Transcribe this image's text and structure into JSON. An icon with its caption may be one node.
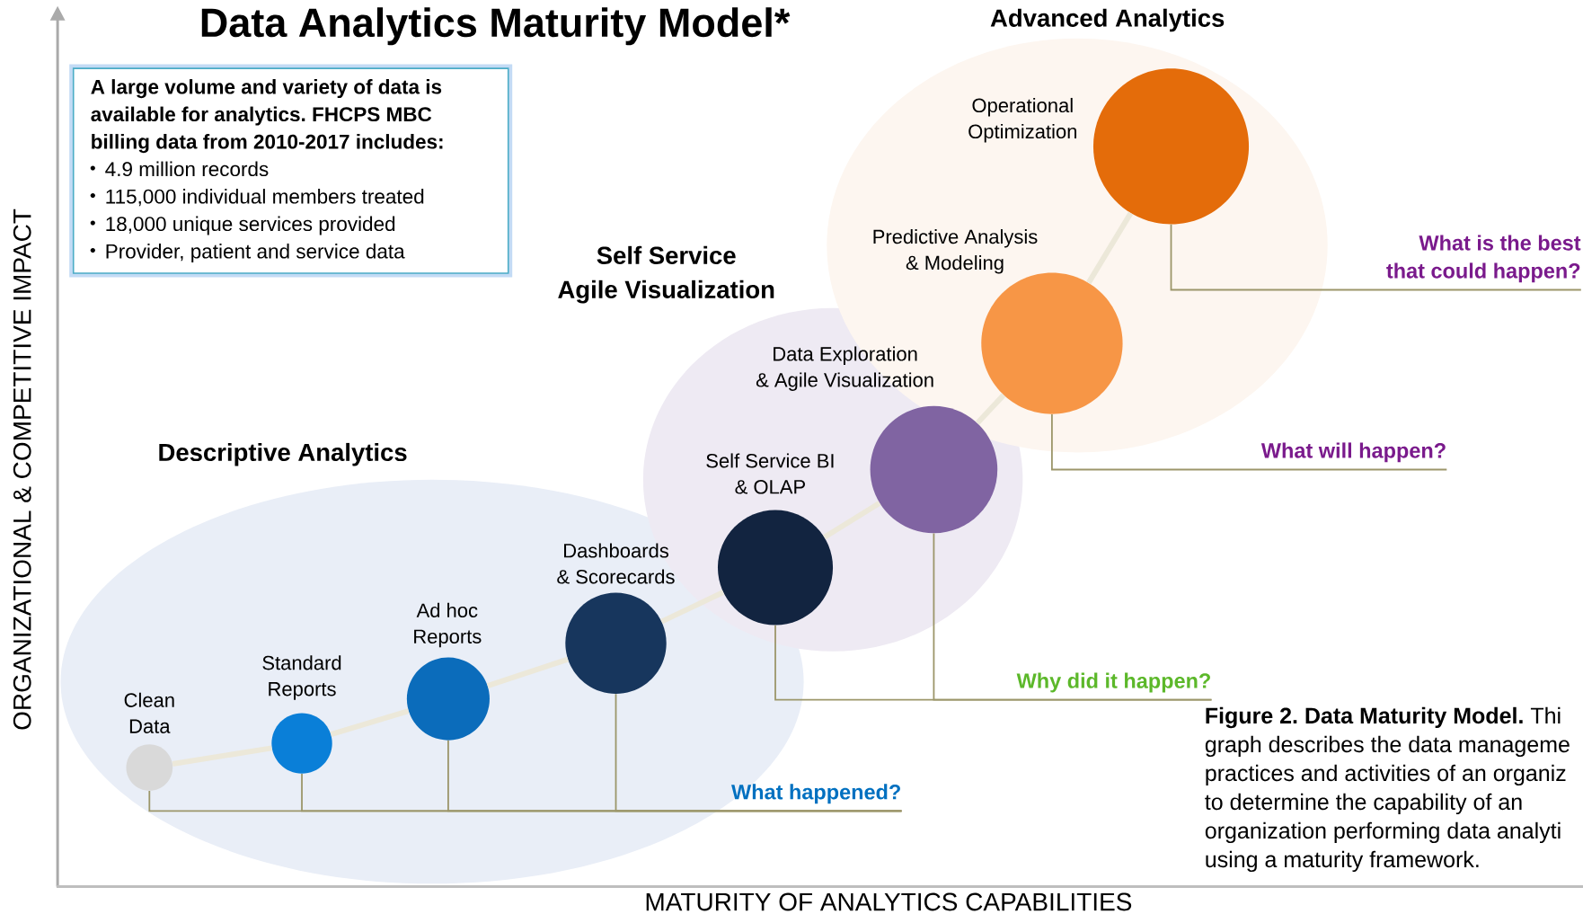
{
  "diagram": {
    "title": "Data Analytics Maturity Model*",
    "caption": "**Figure 2. Data Maturity Model.** Thi graph describes the data manageme practices and activities of an organiz to determine the capability of an organization performing data analyti using a maturity framework.",
    "nodes": [
      {
        "text": [
          "A large volume and variety of data is available for analytics. FHCPS MBC billing data from 2010-2017 includes:",
          "4.9 million records",
          "115,000 individual members treated",
          "18,000 unique services provided",
          "Provider, patient and service data"
        ]
      },
      {
        "text": [
          "Descriptive Analytics"
        ]
      },
      {
        "text": [
          "Self Service Agile Visualization"
        ]
      },
      {
        "text": [
          "Advanced Analytics"
        ]
      },
      {
        "text": [
          "Clean Data"
        ],
        "in": 1
      },
      {
        "text": [
          "Standard Reports"
        ],
        "in": 1
      },
      {
        "text": [
          "Ad hoc Reports"
        ],
        "in": 1
      },
      {
        "text": [
          "Dashboards & Scorecards"
        ],
        "in": 1
      },
      {
        "text": [
          "Self Service BI & OLAP"
        ],
        "in": 2
      },
      {
        "text": [
          "Data Exploration & Agile Visualization"
        ],
        "in": 2
      },
      {
        "text": [
          "Predictive Analysis & Modeling"
        ],
        "in": 3
      },
      {
        "text": [
          "Operational Optimization"
        ],
        "in": 3
      },
      {
        "text": [
          "What happened?"
        ]
      },
      {
        "text": [
          "Why did it happen?"
        ]
      },
      {
        "text": [
          "What will happen?"
        ]
      },
      {
        "text": [
          "What is the best that could happen?"
        ]
      }
    ],
    "edges": [
      {
        "from": 4,
        "to": 5,
        "arrow": "none",
        "style": "thick",
        "color": "#ece8d9"
      },
      {
        "from": 5,
        "to": 6,
        "arrow": "none",
        "style": "thick",
        "color": "#ece8d9"
      },
      {
        "from": 6,
        "to": 7,
        "arrow": "none",
        "style": "thick",
        "color": "#ece8d9"
      },
      {
        "from": 7,
        "to": 8,
        "arrow": "none",
        "style": "thick",
        "color": "#ece8d9"
      },
      {
        "from": 8,
        "to": 9,
        "arrow": "none",
        "style": "thick",
        "color": "#ece8d9"
      },
      {
        "from": 9,
        "to": 10,
        "arrow": "none",
        "style": "thick",
        "color": "#ece8d9"
      },
      {
        "from": 10,
        "to": 11,
        "arrow": "none",
        "style": "thick",
        "color": "#ece8d9"
      },
      {
        "from": 4,
        "to": 12,
        "arrow": "none"
      },
      {
        "from": 5,
        "to": 12,
        "arrow": "none"
      },
      {
        "from": 6,
        "to": 12,
        "arrow": "none"
      },
      {
        "from": 7,
        "to": 12,
        "arrow": "none"
      },
      {
        "from": 8,
        "to": 13,
        "arrow": "none"
      },
      {
        "from": 9,
        "to": 13,
        "arrow": "none"
      },
      {
        "from": 10,
        "to": 14,
        "arrow": "none"
      },
      {
        "from": 11,
        "to": 15,
        "arrow": "none"
      }
    ],
    "labels": [
      "ORGANIZATIONAL & COMPETITIVE IMPACT",
      "MATURITY OF ANALYTICS CAPABILITIES"
    ]
  }
}
